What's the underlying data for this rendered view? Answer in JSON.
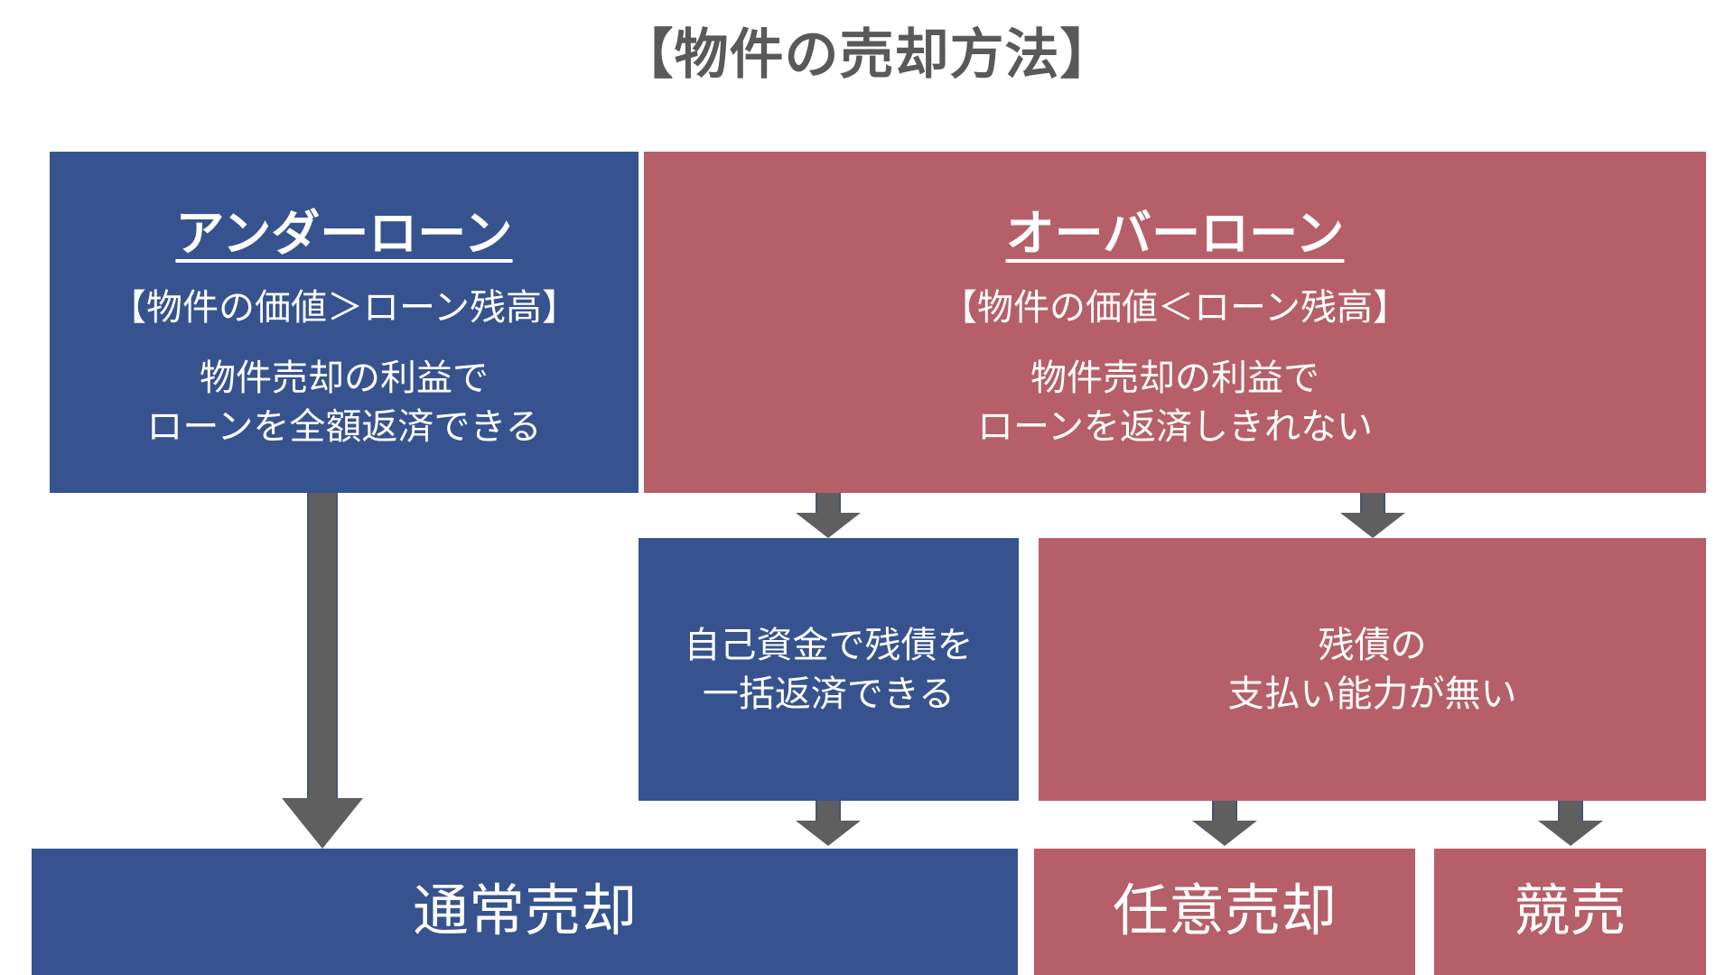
{
  "title": "【物件の売却方法】",
  "colors": {
    "blue": "#36538F",
    "red": "#B65F68",
    "arrow": "#5F5F5F",
    "title_text": "#595959",
    "box_text": "#FFFFFF",
    "background": "#FFFFFF"
  },
  "boxes": {
    "under_loan": {
      "heading": "アンダーローン",
      "condition": "【物件の価値＞ローン残高】",
      "body_line1": "物件売却の利益で",
      "body_line2": "ローンを全額返済できる",
      "color": "blue"
    },
    "over_loan": {
      "heading": "オーバーローン",
      "condition": "【物件の価値＜ローン残高】",
      "body_line1": "物件売却の利益で",
      "body_line2": "ローンを返済しきれない",
      "color": "red"
    },
    "self_funds": {
      "body_line1": "自己資金で残債を",
      "body_line2": "一括返済できる",
      "color": "blue"
    },
    "no_capacity": {
      "body_line1": "残債の",
      "body_line2": "支払い能力が無い",
      "color": "red"
    },
    "normal_sale": {
      "label": "通常売却",
      "color": "blue"
    },
    "voluntary_sale": {
      "label": "任意売却",
      "color": "red"
    },
    "auction": {
      "label": "競売",
      "color": "red"
    }
  },
  "arrows": [
    {
      "name": "under-loan-to-normal-sale",
      "from": "under_loan",
      "to": "normal_sale",
      "direction": "down"
    },
    {
      "name": "over-loan-to-self-funds",
      "from": "over_loan",
      "to": "self_funds",
      "direction": "down"
    },
    {
      "name": "over-loan-to-no-capacity",
      "from": "over_loan",
      "to": "no_capacity",
      "direction": "down"
    },
    {
      "name": "self-funds-to-normal-sale",
      "from": "self_funds",
      "to": "normal_sale",
      "direction": "down"
    },
    {
      "name": "no-capacity-to-voluntary-sale",
      "from": "no_capacity",
      "to": "voluntary_sale",
      "direction": "down"
    },
    {
      "name": "no-capacity-to-auction",
      "from": "no_capacity",
      "to": "auction",
      "direction": "down"
    }
  ]
}
